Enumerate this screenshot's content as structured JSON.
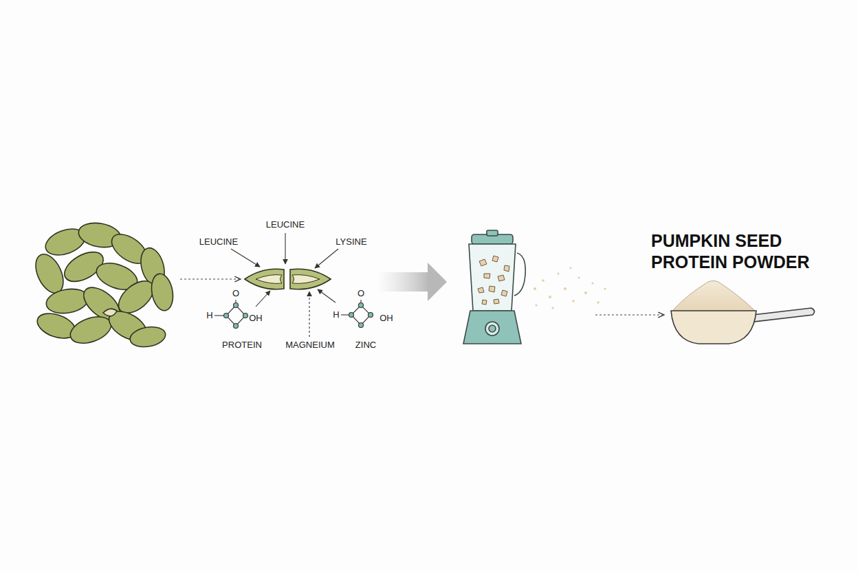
{
  "diagram": {
    "title": "PUMPKIN SEED PROTEIN POWDER",
    "labels": [
      "LEUCINE",
      "LEUCINE",
      "LYSINE",
      "O",
      "H",
      "OH",
      "PROTEIN",
      "MAGNEIUM",
      "O",
      "H",
      "OH",
      "ZINC"
    ]
  }
}
